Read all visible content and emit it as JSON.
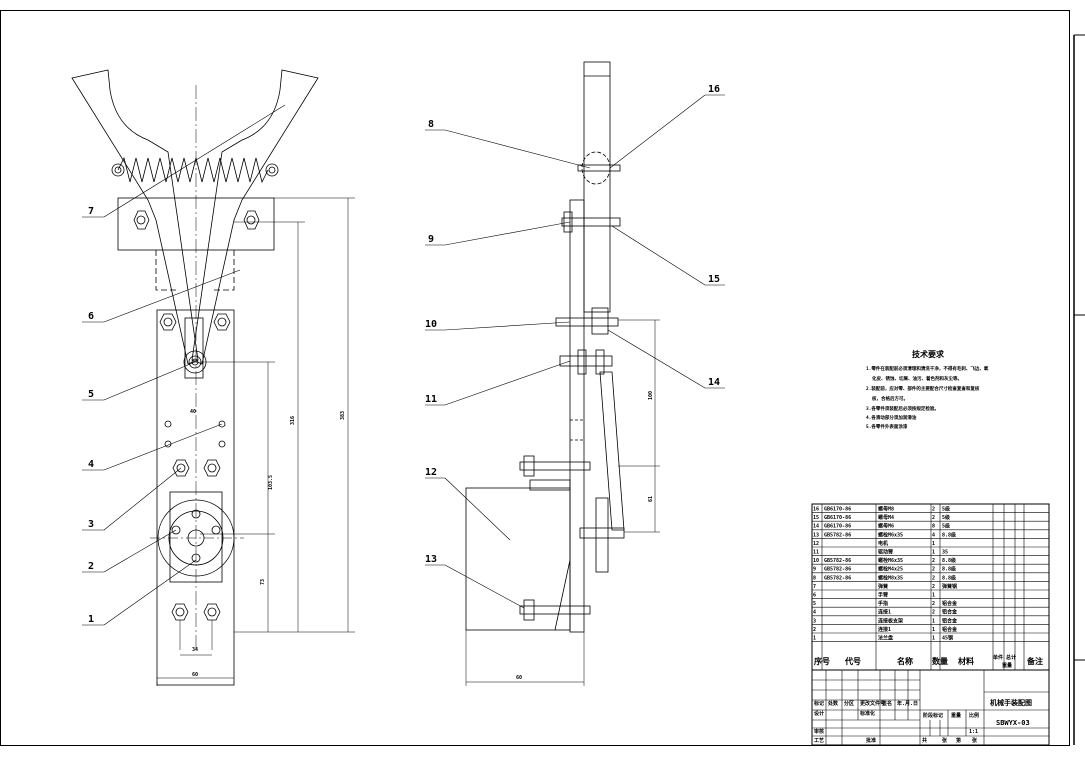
{
  "drawing": {
    "balloons": [
      "1",
      "2",
      "3",
      "4",
      "5",
      "6",
      "7",
      "8",
      "9",
      "10",
      "11",
      "12",
      "13",
      "14",
      "15",
      "16"
    ],
    "front_dims": {
      "d_tiny": "40",
      "d_ext": "103.5",
      "d_mid": "316",
      "d_tall": "383",
      "d_low": "73",
      "d_base": "34",
      "d_width": "60"
    },
    "side_dims": {
      "d_arm": "100",
      "d_arm2": "61",
      "d_width": "60"
    },
    "requirements": {
      "title": "技术要求",
      "lines": [
        "1.零件在装配前必须清理和清洗干净，不得有毛刺、飞边、氧",
        "化皮、锈蚀、切屑、油污、着色剂和灰尘等。",
        "2.装配前，应对零、部件的主要配合尺寸检查复查和复核",
        "核，合格后方可。",
        "3.各零件须装配后必须按规定检验。",
        "4.各滑动部分须加润滑油",
        "5.各零件外表面涂漆"
      ]
    },
    "bom": {
      "rows": [
        [
          "16",
          "GB6170-86",
          "螺母M8",
          "2",
          "5级",
          ""
        ],
        [
          "15",
          "GB6170-86",
          "螺母M4",
          "2",
          "5级",
          ""
        ],
        [
          "14",
          "GB6170-86",
          "螺母M6",
          "8",
          "5级",
          ""
        ],
        [
          "13",
          "GB5782-86",
          "螺栓M6x35",
          "4",
          "8.8级",
          ""
        ],
        [
          "12",
          "",
          "电机",
          "1",
          "",
          ""
        ],
        [
          "11",
          "",
          "驱动臂",
          "1",
          "35",
          ""
        ],
        [
          "10",
          "GB5782-86",
          "螺栓M6x35",
          "2",
          "8.8级",
          ""
        ],
        [
          "9",
          "GB5782-86",
          "螺栓M4x25",
          "2",
          "8.8级",
          ""
        ],
        [
          "8",
          "GB5782-86",
          "螺栓M8x35",
          "2",
          "8.8级",
          ""
        ],
        [
          "7",
          "",
          "弹簧",
          "2",
          "弹簧钢",
          ""
        ],
        [
          "6",
          "",
          "手臂",
          "1",
          "",
          ""
        ],
        [
          "5",
          "",
          "手指",
          "2",
          "铝合金",
          ""
        ],
        [
          "4",
          "",
          "连接1",
          "2",
          "铝合金",
          ""
        ],
        [
          "3",
          "",
          "连接板支架",
          "1",
          "铝合金",
          ""
        ],
        [
          "2",
          "",
          "连接1",
          "1",
          "铝合金",
          ""
        ],
        [
          "1",
          "",
          "法兰盘",
          "1",
          "45钢",
          ""
        ]
      ],
      "header": {
        "seq": "序号",
        "code": "代号",
        "name": "名称",
        "qty": "数量",
        "material": "材料",
        "unit": "单件",
        "total": "总计",
        "weight": "重量",
        "remark": "备注"
      }
    },
    "title_block": {
      "title": "机械手装配图",
      "code": "SBWYX-03",
      "scale": "1:1",
      "labels": {
        "mark": "标记",
        "count": "处数",
        "zone": "分区",
        "doc": "更改文件号",
        "sign": "签名",
        "date": "年.月.日",
        "design": "设计",
        "std": "标准化",
        "review": "审核",
        "process": "工艺",
        "approve": "批准",
        "stage": "阶段标记",
        "weight": "重量",
        "ratio": "比例",
        "sheets": "共",
        "sheet": "张",
        "of": "第",
        "pages": "张"
      }
    }
  }
}
